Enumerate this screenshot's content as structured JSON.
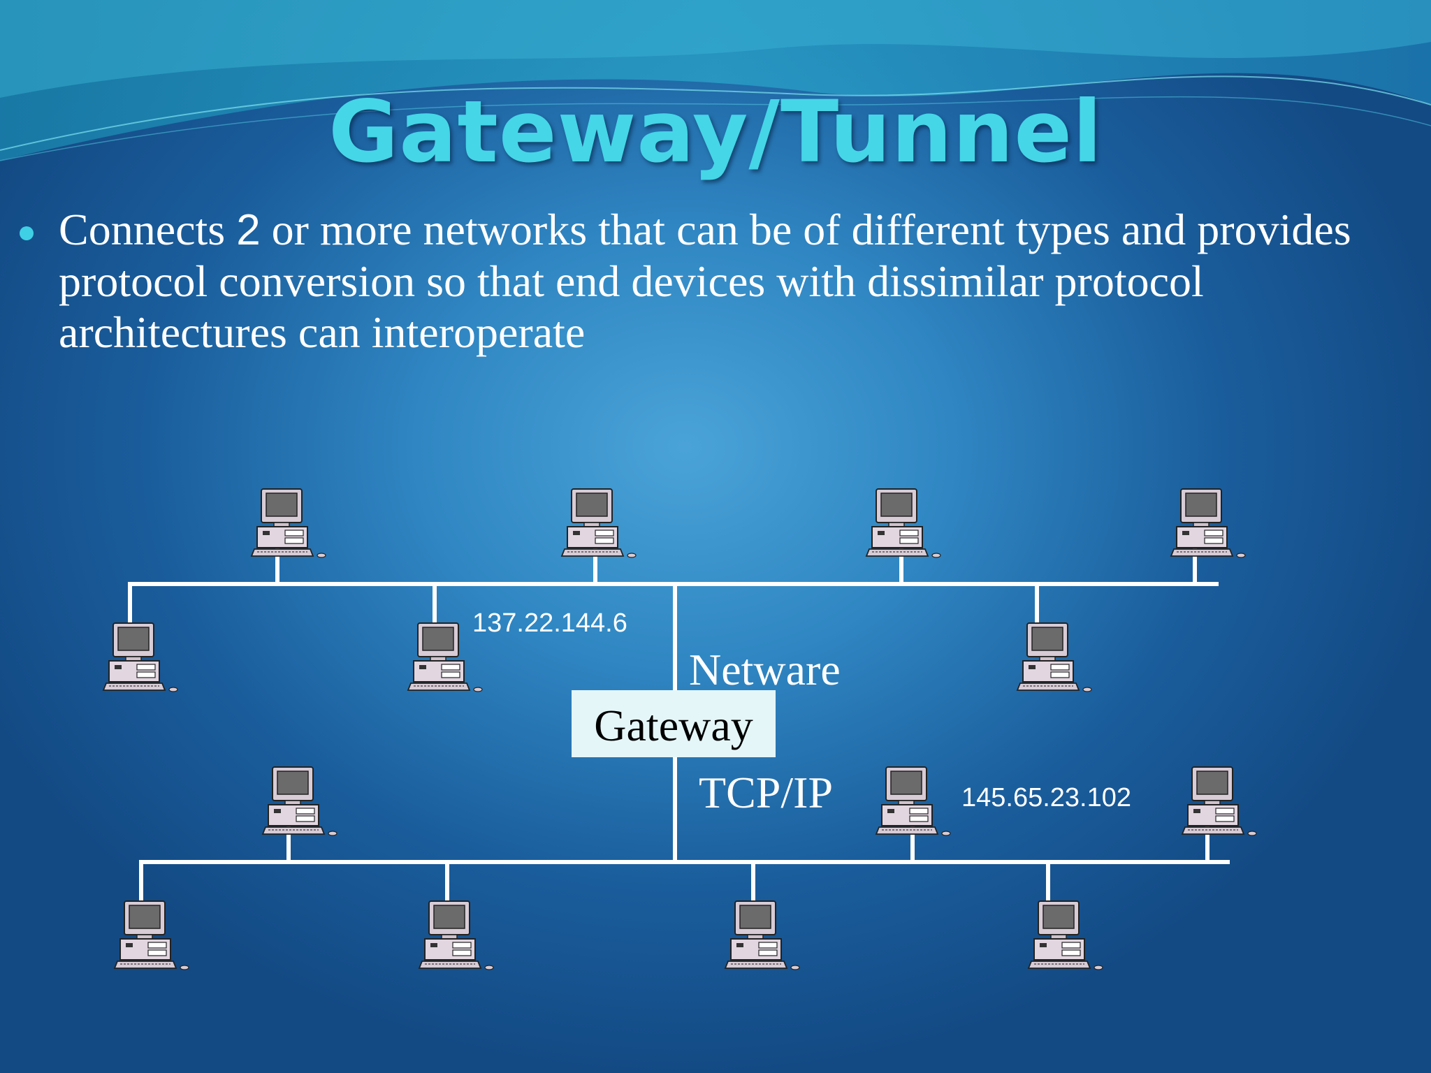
{
  "title": "Gateway/Tunnel",
  "bullet": {
    "prefix": "Connects ",
    "number": "2",
    "suffix": " or more networks that can be of different types and provides protocol conversion so that end devices with dissimilar protocol architectures can interoperate"
  },
  "diagram": {
    "gateway_label": "Gateway",
    "top_network_label": "Netware",
    "bottom_network_label": "TCP/IP",
    "top_ip_label": "137.22.144.6",
    "bottom_ip_label": "145.65.23.102",
    "computer_icon": "desktop-computer-icon",
    "colors": {
      "lines": "#ffffff",
      "gateway_box": "#e4f6f8",
      "title": "#45d6e8"
    }
  }
}
